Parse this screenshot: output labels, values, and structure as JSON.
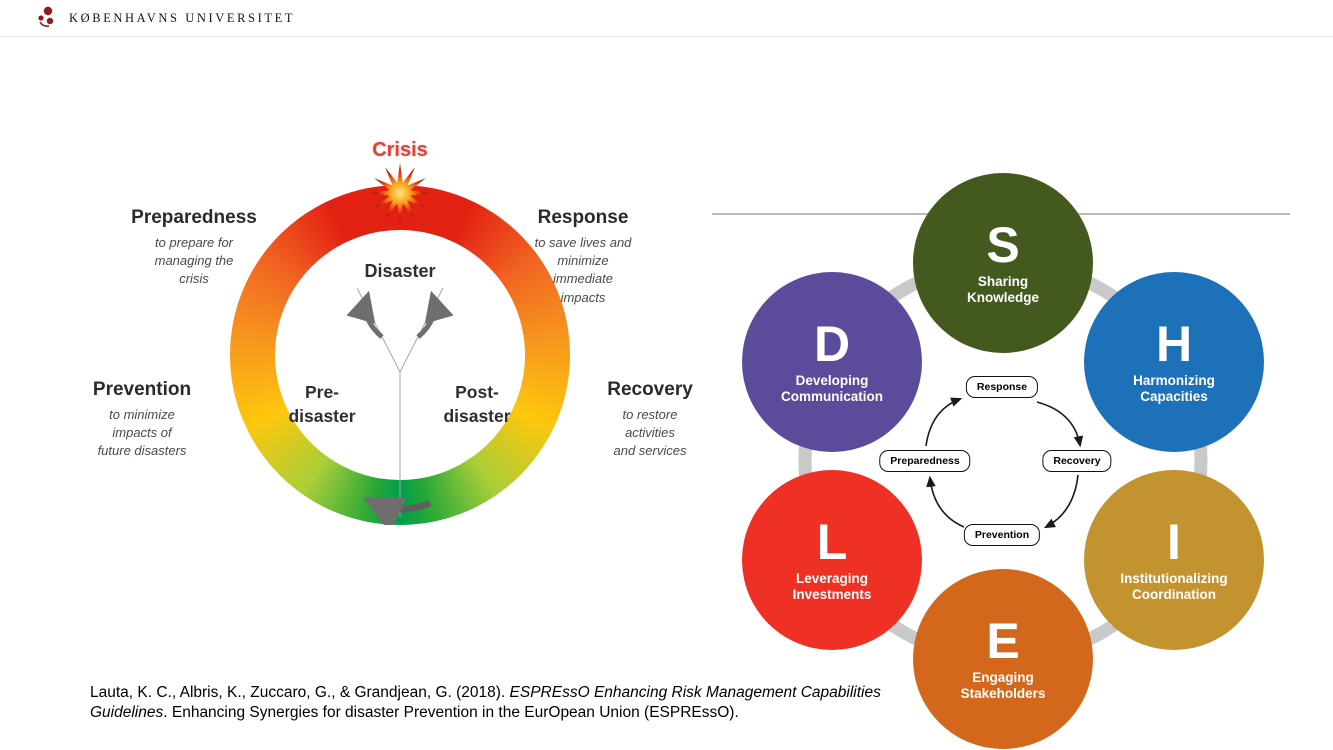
{
  "header": {
    "university": "KØBENHAVNS UNIVERSITET"
  },
  "dm_cycle": {
    "crisis": "Crisis",
    "disaster": "Disaster",
    "pre_disaster": "Pre-\ndisaster",
    "post_disaster": "Post-\ndisaster",
    "preparedness": {
      "title": "Preparedness",
      "desc": "to prepare for\nmanaging the\ncrisis"
    },
    "response": {
      "title": "Response",
      "desc": "to save lives and\nminimize\nimmediate\nimpacts"
    },
    "prevention": {
      "title": "Prevention",
      "desc": "to minimize\nimpacts of\nfuture disasters"
    },
    "recovery": {
      "title": "Recovery",
      "desc": "to restore\nactivities\nand services"
    }
  },
  "espresso": {
    "nodes": [
      {
        "letter": "S",
        "label": "Sharing\nKnowledge",
        "color": "#44591e"
      },
      {
        "letter": "H",
        "label": "Harmonizing\nCapacities",
        "color": "#1d71b8"
      },
      {
        "letter": "I",
        "label": "Institutionalizing\nCoordination",
        "color": "#c2932f"
      },
      {
        "letter": "E",
        "label": "Engaging\nStakeholders",
        "color": "#d3671c"
      },
      {
        "letter": "L",
        "label": "Leveraging\nInvestments",
        "color": "#ee3124"
      },
      {
        "letter": "D",
        "label": "Developing\nCommunication",
        "color": "#5c4b9b"
      }
    ],
    "cycle": {
      "response": "Response",
      "recovery": "Recovery",
      "prevention": "Prevention",
      "preparedness": "Preparedness"
    },
    "ring_color": "#c9c9c9"
  },
  "citation": {
    "authors": "Lauta, K. C., Albris, K., Zuccaro, G., & Grandjean, G. (2018). ",
    "title_italic": "ESPREssO Enhancing Risk Management Capabilities Guidelines",
    "rest": ". Enhancing Synergies for disaster Prevention in the EurOpean Union (ESPREssO)."
  }
}
